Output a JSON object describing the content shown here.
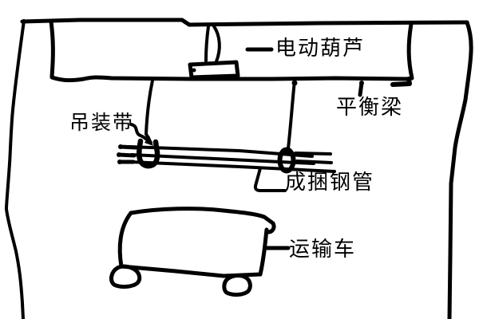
{
  "diagram": {
    "background_color": "#ffffff",
    "stroke_color": "#000000",
    "labels": {
      "electric_hoist": "电动葫芦",
      "balance_beam": "平衡梁",
      "lifting_strap": "吊装带",
      "pipe_bundle": "成捆钢管",
      "transport_vehicle": "运输车"
    }
  }
}
